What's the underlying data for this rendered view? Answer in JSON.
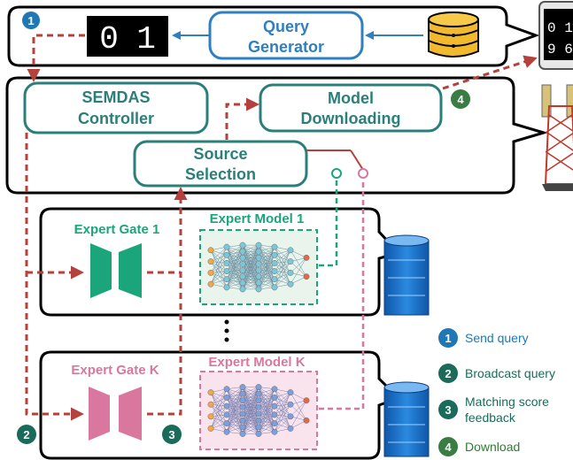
{
  "device_box": {
    "digits": [
      "0",
      "1"
    ],
    "query_generator_label_line1": "Query",
    "query_generator_label_line2": "Generator"
  },
  "server_box": {
    "controller_line1": "SEMDAS",
    "controller_line2": "Controller",
    "model_download_line1": "Model",
    "model_download_line2": "Downloading",
    "source_selection_line1": "Source",
    "source_selection_line2": "Selection"
  },
  "experts": {
    "gate_1_label": "Expert Gate 1",
    "model_1_label": "Expert Model 1",
    "gate_k_label": "Expert Gate K",
    "model_k_label": "Expert Model K"
  },
  "phone": {
    "top_digits": "0 1",
    "bottom_digits": "9 6"
  },
  "legend": [
    {
      "num": "1",
      "text": "Send query",
      "color": "#1f77b4"
    },
    {
      "num": "2",
      "text": "Broadcast query",
      "color": "#1b6b5a"
    },
    {
      "num": "3",
      "text": "Matching score",
      "text2": "feedback",
      "color": "#1b6b5a"
    },
    {
      "num": "4",
      "text": "Download",
      "color": "#2e7d32"
    }
  ],
  "step_badges": [
    "1",
    "2",
    "3",
    "4"
  ],
  "colors": {
    "teal": "#2a7f7a",
    "blue": "#2f7fc1",
    "red_dash": "#b5413d",
    "green": "#1aa67a",
    "pink": "#d9779e",
    "server_blue": "#1e72c8"
  }
}
